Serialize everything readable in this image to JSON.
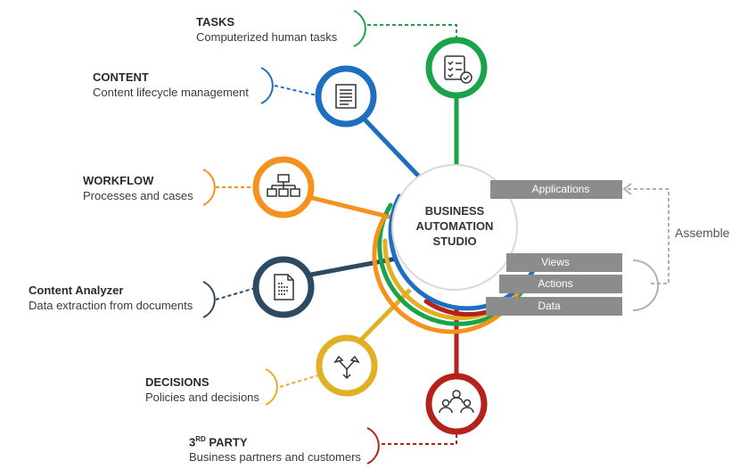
{
  "center": {
    "line1": "BUSINESS",
    "line2": "AUTOMATION",
    "line3": "STUDIO"
  },
  "items": {
    "tasks": {
      "title": "TASKS",
      "desc": "Computerized human tasks",
      "color": "#1aa34a",
      "icon": "checklist-icon"
    },
    "content": {
      "title": "CONTENT",
      "desc": "Content lifecycle management",
      "color": "#1f6fc1",
      "icon": "document-icon"
    },
    "workflow": {
      "title": "WORKFLOW",
      "desc": "Processes and cases",
      "color": "#f5921e",
      "icon": "flowchart-icon"
    },
    "analyzer": {
      "title": "Content Analyzer",
      "desc": "Data extraction from documents",
      "color": "#2d4a63",
      "icon": "scan-document-icon"
    },
    "decisions": {
      "title": "DECISIONS",
      "desc": "Policies and decisions",
      "color": "#e2b025",
      "icon": "split-arrows-icon"
    },
    "thirdparty": {
      "title_main": "3",
      "title_sup": "RD",
      "title_rest": " PARTY",
      "desc": "Business partners and customers",
      "color": "#b5221b",
      "icon": "people-icon"
    }
  },
  "bars": {
    "applications": "Applications",
    "views": "Views",
    "actions": "Actions",
    "data": "Data"
  },
  "assemble": "Assemble"
}
